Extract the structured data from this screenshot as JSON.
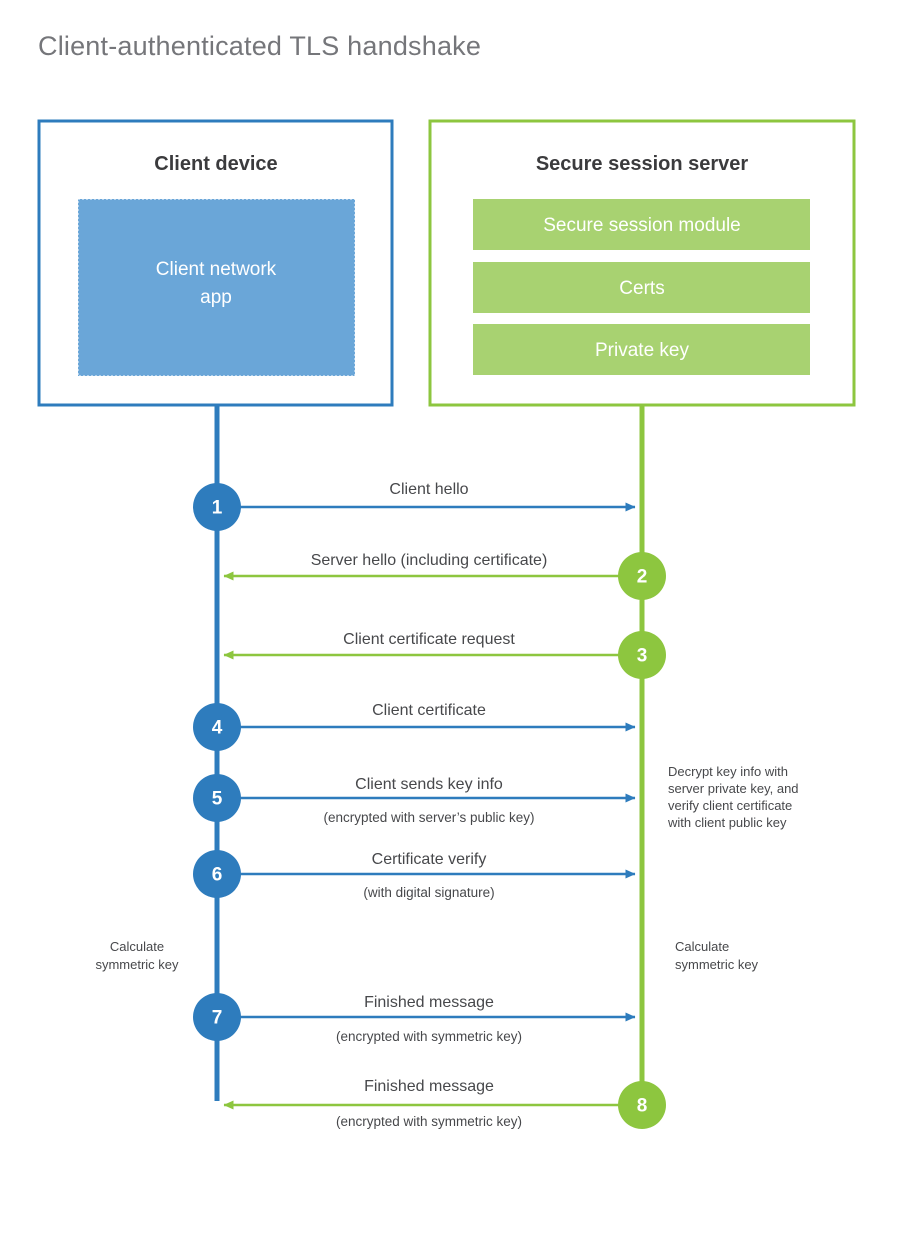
{
  "title": "Client-authenticated TLS handshake",
  "colors": {
    "blue_line": "#2e7cbd",
    "blue_fill": "#6aa6d8",
    "green_line": "#8dc63f",
    "green_fill": "#a8d271",
    "title_gray": "#75767a",
    "text_gray": "#47484b",
    "heading_dark": "#3b3b3d",
    "background": "#ffffff"
  },
  "client_panel": {
    "title": "Client device",
    "inner_block_label_line1": "Client network",
    "inner_block_label_line2": "app"
  },
  "server_panel": {
    "title": "Secure session server",
    "modules": [
      {
        "label": "Secure session module"
      },
      {
        "label": "Certs"
      },
      {
        "label": "Private key"
      }
    ]
  },
  "steps": [
    {
      "number": "1",
      "label": "Client hello",
      "sub": "",
      "direction": "client-to-server",
      "color": "blue"
    },
    {
      "number": "2",
      "label": "Server hello (including certificate)",
      "sub": "",
      "direction": "server-to-client",
      "color": "green"
    },
    {
      "number": "3",
      "label": "Client certificate request",
      "sub": "",
      "direction": "server-to-client",
      "color": "green"
    },
    {
      "number": "4",
      "label": "Client certificate",
      "sub": "",
      "direction": "client-to-server",
      "color": "blue"
    },
    {
      "number": "5",
      "label": "Client sends key info",
      "sub": "(encrypted with server’s public key)",
      "direction": "client-to-server",
      "color": "blue"
    },
    {
      "number": "6",
      "label": "Certificate verify",
      "sub": "(with digital signature)",
      "direction": "client-to-server",
      "color": "blue"
    },
    {
      "number": "7",
      "label": "Finished message",
      "sub": "(encrypted with symmetric key)",
      "direction": "client-to-server",
      "color": "blue"
    },
    {
      "number": "8",
      "label": "Finished message",
      "sub": "(encrypted with symmetric key)",
      "direction": "server-to-client",
      "color": "green"
    }
  ],
  "annotations": {
    "server_decrypt": [
      "Decrypt key info with",
      "server private key, and",
      "verify client certificate",
      "with client public key"
    ],
    "client_calc": [
      "Calculate",
      "symmetric key"
    ],
    "server_calc": [
      "Calculate",
      "symmetric key"
    ]
  }
}
